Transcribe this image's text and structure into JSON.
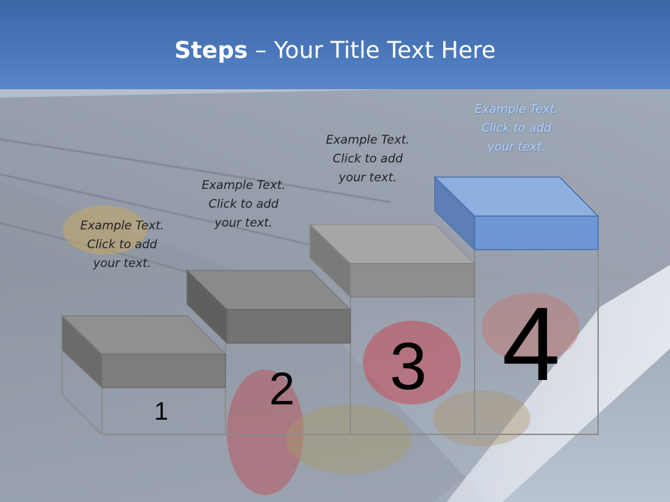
{
  "slide": {
    "title_bold": "Steps",
    "title_rest": " – Your Title Text Here"
  },
  "steps": [
    {
      "number": "1",
      "caption": [
        "Example Text.",
        "Click  to add",
        "your text."
      ]
    },
    {
      "number": "2",
      "caption": [
        "Example Text.",
        "Click  to add",
        "your text."
      ]
    },
    {
      "number": "3",
      "caption": [
        "Example Text.",
        "Click  to add",
        "your text."
      ]
    },
    {
      "number": "4",
      "caption": [
        "Example Text.",
        "Click  to add",
        "your text."
      ]
    }
  ],
  "colors": {
    "title_bar": "#4b78bb",
    "step_gray": "#8a8a8a",
    "step_dark_gray": "#6e6e6e",
    "step_blue": "#6f95d0",
    "outline": "#8c8c8c"
  }
}
